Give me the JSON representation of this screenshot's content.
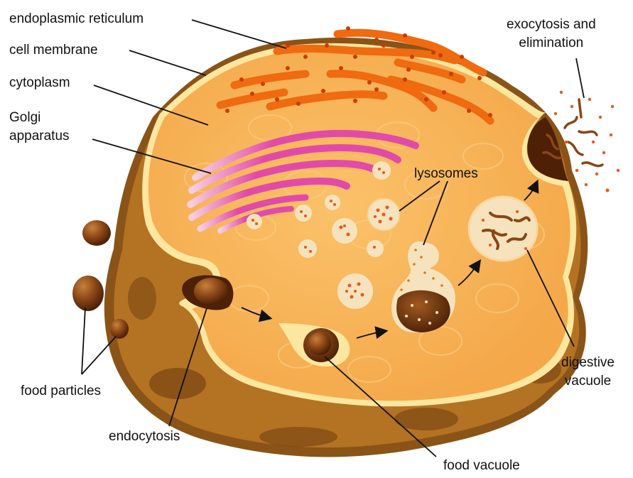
{
  "labels": {
    "endoplasmic_reticulum": "endoplasmic reticulum",
    "cell_membrane": "cell membrane",
    "cytoplasm": "cytoplasm",
    "golgi_line1": "Golgi",
    "golgi_line2": "apparatus",
    "exocytosis_line1": "exocytosis and",
    "exocytosis_line2": "elimination",
    "lysosomes": "lysosomes",
    "food_particles": "food particles",
    "endocytosis": "endocytosis",
    "food_vacuole": "food vacuole",
    "digestive_line1": "digestive",
    "digestive_line2": "vacuole"
  },
  "colors": {
    "outer_dark": "#7a4a12",
    "outer_mid": "#b57623",
    "cytoplasm": "#f7b55a",
    "membrane": "#fbe39a",
    "er": "#f06a10",
    "er_dot": "#c93c00",
    "golgi": "#e24aa8",
    "golgi_light": "#f7c9de",
    "lysosome": "#f6e3bd",
    "lysosome_dot": "#e8581c",
    "food": "#7b3a12",
    "arrow": "#111111"
  }
}
